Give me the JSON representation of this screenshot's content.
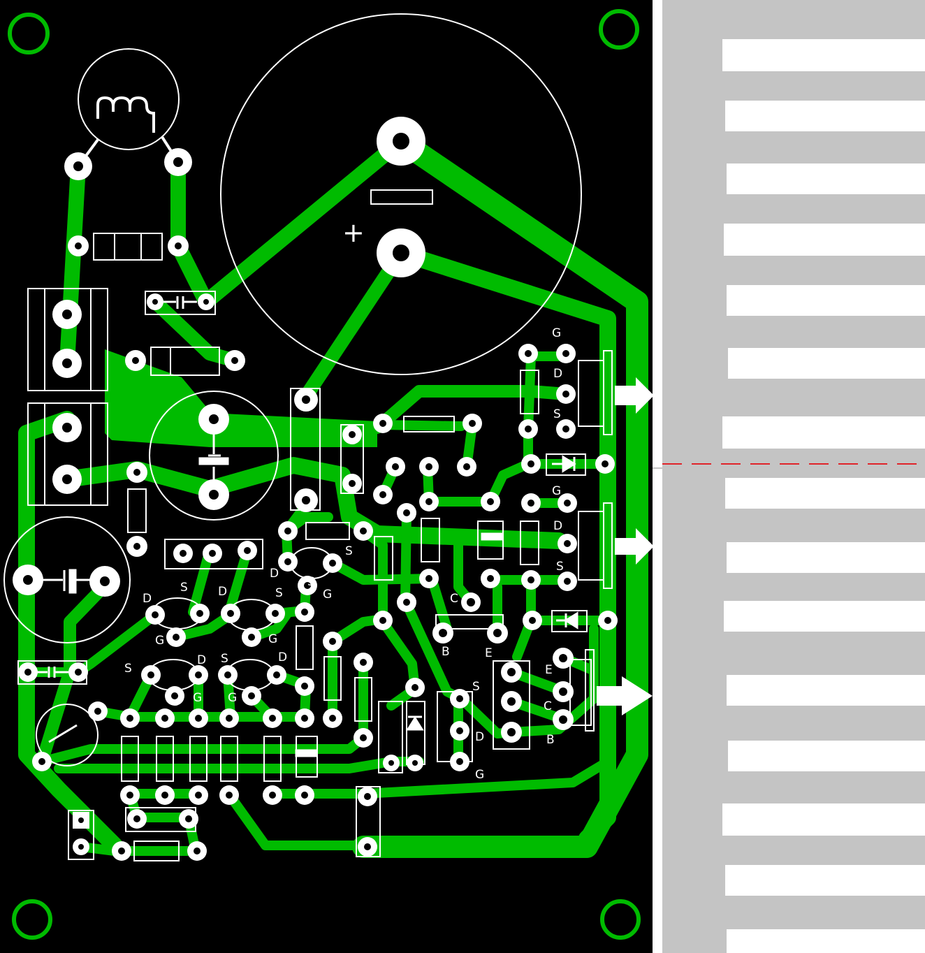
{
  "colors": {
    "board": "#000000",
    "trace": "#00bb00",
    "silk": "#ffffff",
    "heatsink": "#c4c4c4",
    "fin": "#ffffff",
    "mount_hole": "#00bb00",
    "divider": "#e0242a"
  },
  "labels": {
    "polarity_plus": "+",
    "q1_g": "G",
    "q1_d": "D",
    "q1_s": "S",
    "q2_g": "G",
    "q2_d": "D",
    "q2_s": "S",
    "q3_e": "E",
    "q3_c": "C",
    "q3_b": "B",
    "q4_s": "S",
    "q4_g": "G",
    "jfet1_s": "S",
    "jfet1_g": "G",
    "jfet2_d": "D",
    "jfet2_s": "S",
    "jfet2_g": "G",
    "jfet3_d": "D",
    "jfet3_s": "S",
    "jfet3_g": "G",
    "jfet4_s": "S",
    "jfet4_d": "D",
    "jfet4_g": "G",
    "jfet5_s": "S",
    "jfet5_d": "D",
    "jfet5_g": "G",
    "bjt_c": "C",
    "bjt_b": "B",
    "bjt_e": "E",
    "q5_s": "S",
    "q5_d": "D",
    "q5_g": "G"
  }
}
